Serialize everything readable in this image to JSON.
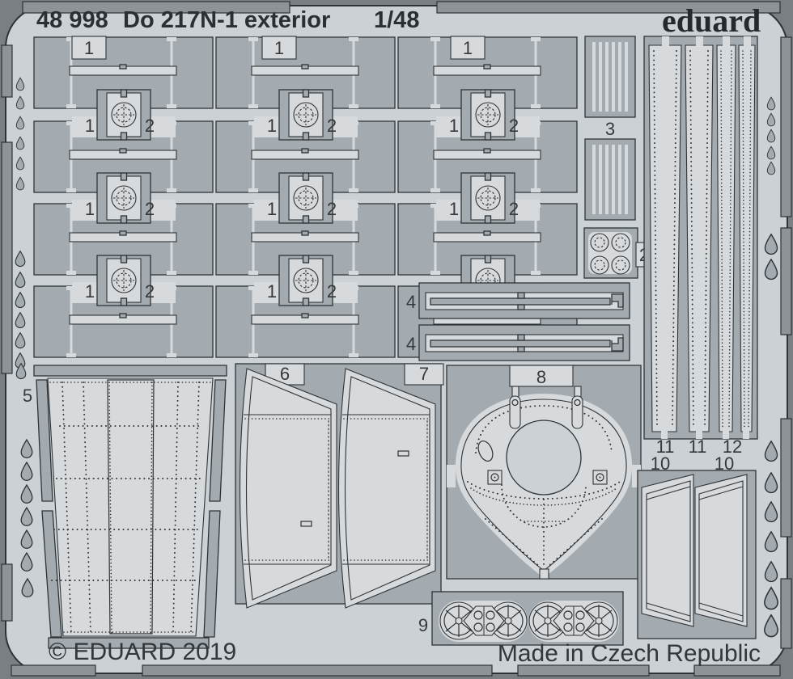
{
  "header": {
    "catalog": "48 998",
    "title": "Do 217N-1 exterior",
    "scale": "1/48",
    "brand": "eduard"
  },
  "footer": {
    "copyright": "© EDUARD 2019",
    "made_in": "Made in Czech Republic"
  },
  "labels": {
    "p1": "1",
    "p2": "2",
    "p3": "3",
    "p4": "4",
    "p5": "5",
    "p6": "6",
    "p7": "7",
    "p8": "8",
    "p9": "9",
    "p10": "10",
    "p11": "11",
    "p12": "12"
  },
  "colors": {
    "sheet": "#cbd1d4",
    "metal": "#a4abb0",
    "etched": "#d7dadc",
    "outline": "#2f3336",
    "backdrop": "#797f83",
    "rail": "#8d9396",
    "text": "#35393c"
  }
}
